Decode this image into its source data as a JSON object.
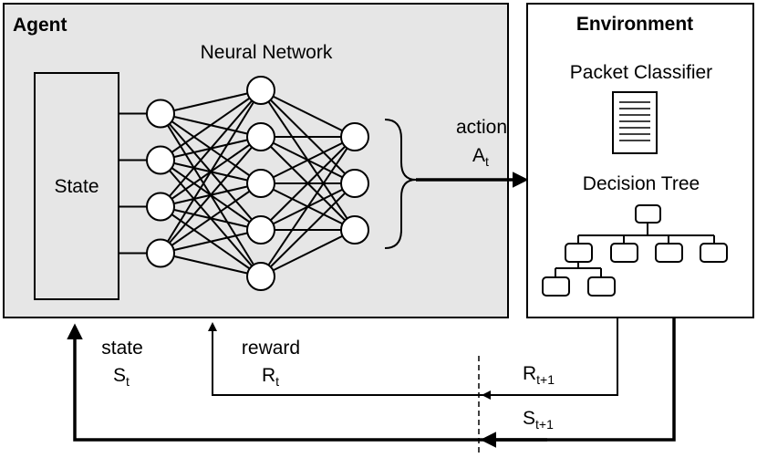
{
  "agent": {
    "title": "Agent",
    "network_label": "Neural Network",
    "state_box_label": "State",
    "network_layers": [
      4,
      5,
      3
    ]
  },
  "environment": {
    "title": "Environment",
    "classifier_label": "Packet Classifier",
    "tree_label": "Decision Tree"
  },
  "flows": {
    "action": {
      "word": "action",
      "sym": "A",
      "sub": "t"
    },
    "state": {
      "word": "state",
      "sym": "S",
      "sub": "t"
    },
    "reward": {
      "word": "reward",
      "sym": "R",
      "sub": "t"
    },
    "next_reward": {
      "sym": "R",
      "sub": "t+1"
    },
    "next_state": {
      "sym": "S",
      "sub": "t+1"
    }
  },
  "colors": {
    "agent_fill": "#e6e6e6",
    "stroke": "#000000",
    "background": "#ffffff"
  }
}
